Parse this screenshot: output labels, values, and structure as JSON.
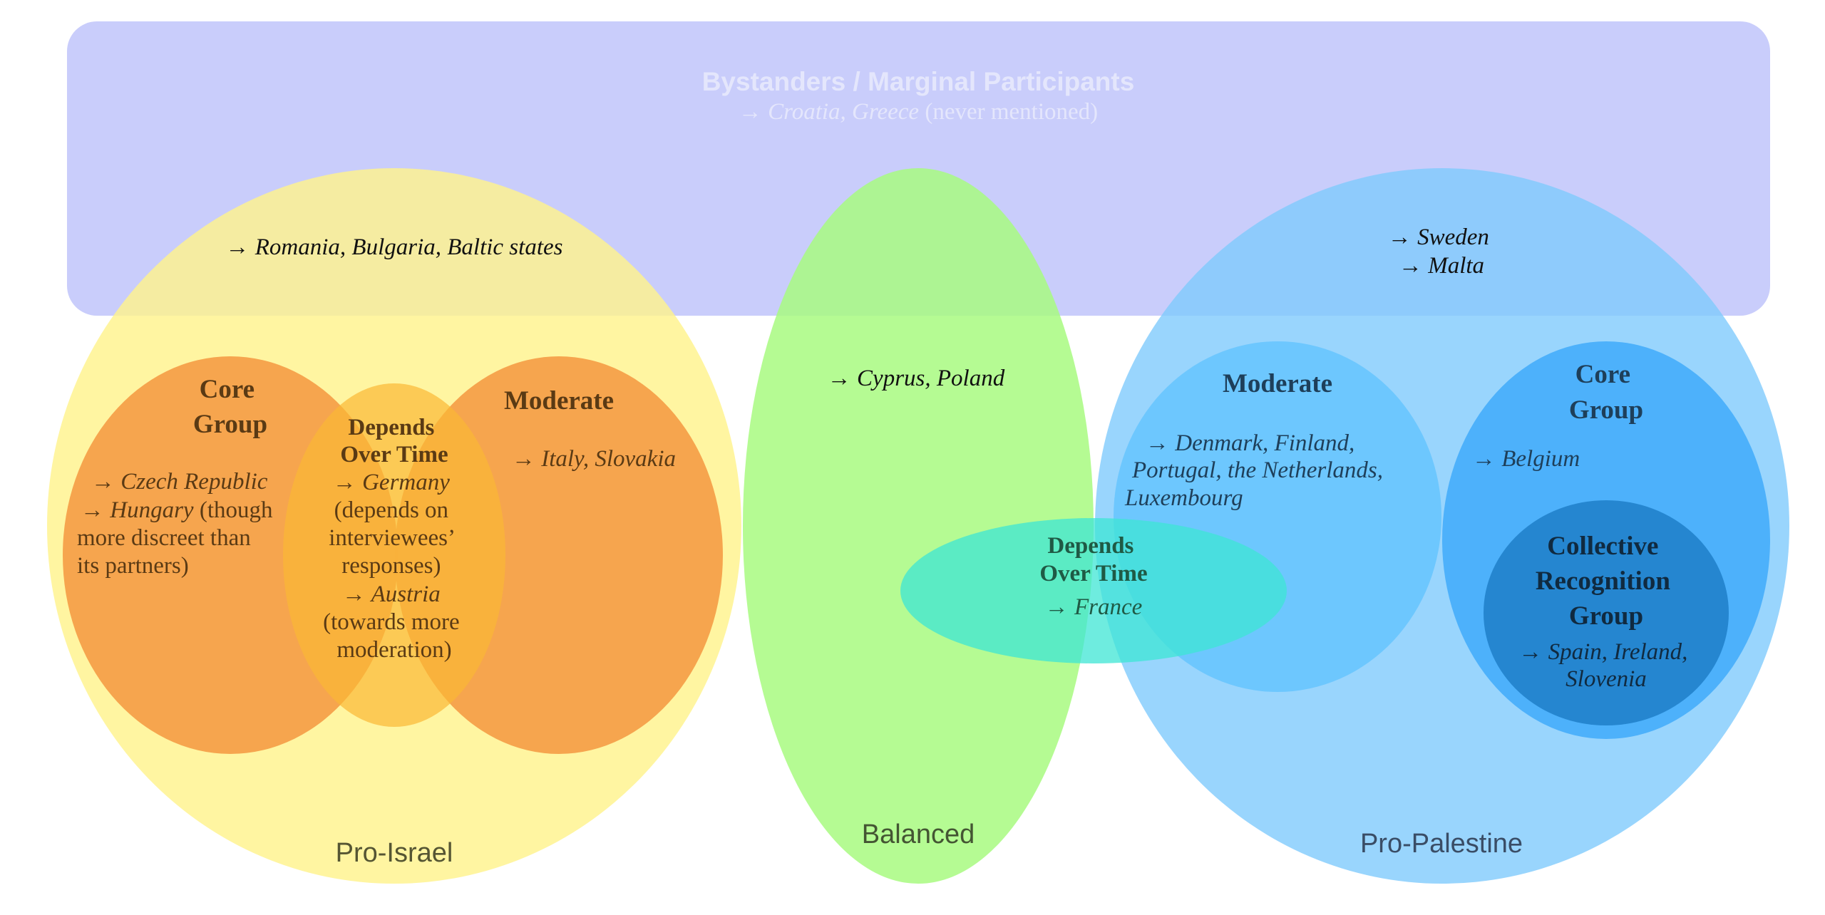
{
  "colors": {
    "bystanders": "#c9cdfb",
    "pro_israel": "#fff38c",
    "pi_core": "#f5a04a",
    "pi_depends": "#fbb834",
    "balanced": "#b3fb92",
    "pro_palestine": "#97d4fd",
    "pp_moderate": "#6dc8fd",
    "pp_core": "#4ab0fa",
    "collective": "#2289d3",
    "france": "#4de6cc"
  },
  "bystanders": {
    "title": "Bystanders / Marginal Participants",
    "arrow": "→ ",
    "countries": "Croatia, Greece",
    "note": " (never mentioned)"
  },
  "pro_israel": {
    "label": "Pro-Israel",
    "overlap_text": "→ Romania, Bulgaria, Baltic states",
    "core_group": {
      "title_lines": [
        "Core",
        "Group"
      ],
      "line1": "→ Czech Republic",
      "line2_arrow": "→ ",
      "line2_country": "Hungary",
      "line2_note": " (though",
      "line3": "more discreet than",
      "line4": "its partners)"
    },
    "depends_over_time": {
      "title_lines": [
        "Depends",
        "Over Time"
      ],
      "germany": "→ Germany",
      "germany_note_lines": [
        "(depends on",
        "interviewees’",
        "responses)"
      ],
      "austria": "→ Austria",
      "austria_note_lines": [
        "(towards more",
        "moderation)"
      ]
    },
    "moderate": {
      "title": "Moderate",
      "countries": "→ Italy, Slovakia"
    }
  },
  "balanced": {
    "label": "Balanced",
    "countries": "→ Cyprus, Poland",
    "depends_over_time": {
      "title_lines": [
        "Depends",
        "Over Time"
      ],
      "countries": "→ France"
    }
  },
  "pro_palestine": {
    "label": "Pro-Palestine",
    "overlap_lines": [
      "→ Sweden",
      "→ Malta"
    ],
    "moderate": {
      "title": "Moderate",
      "country_lines": [
        "→ Denmark, Finland,",
        "Portugal, the Netherlands,",
        "Luxembourg"
      ]
    },
    "core_group": {
      "title_lines": [
        "Core",
        "Group"
      ],
      "countries": "→ Belgium"
    },
    "collective_recognition": {
      "title_lines": [
        "Collective",
        "Recognition",
        "Group"
      ],
      "country_lines": [
        "→ Spain, Ireland,",
        "Slovenia"
      ]
    }
  }
}
